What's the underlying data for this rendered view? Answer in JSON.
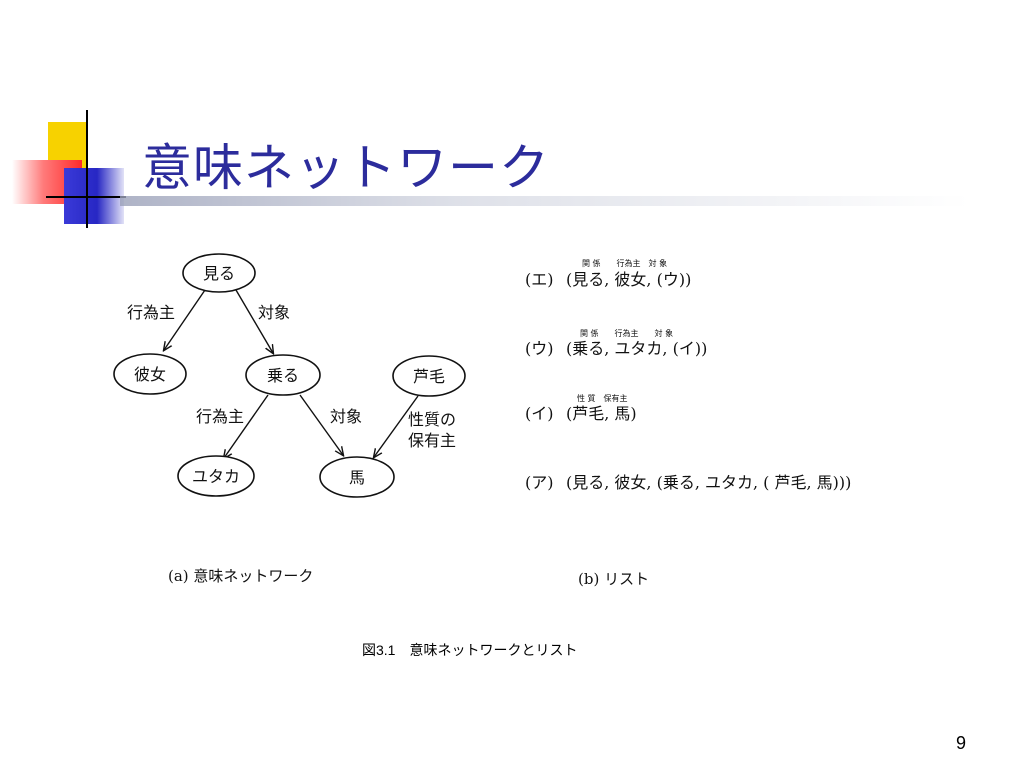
{
  "slide": {
    "title": "意味ネットワーク",
    "page_number": "9",
    "figure_caption": "図3.1　意味ネットワークとリスト"
  },
  "network": {
    "caption": "(a)  意味ネットワーク",
    "nodes": {
      "miru": "見る",
      "kanojo": "彼女",
      "noru": "乗る",
      "ashige": "芦毛",
      "yutaka": "ユタカ",
      "uma": "馬"
    },
    "edge_labels": {
      "agent_1": "行為主",
      "object_1": "対象",
      "agent_2": "行為主",
      "object_2": "対象",
      "possessor_line1": "性質の",
      "possessor_line2": "保有主"
    }
  },
  "list": {
    "caption": "(b)  リスト",
    "items": [
      {
        "label": "(エ)",
        "expr": "(見る, 彼女, (ウ))",
        "annotation": "関 係　　行為主　対 象"
      },
      {
        "label": "(ウ)",
        "expr": "(乗る, ユタカ, (イ))",
        "annotation": "関 係　　行為主　　対 象"
      },
      {
        "label": "(イ)",
        "expr": "(芦毛, 馬)",
        "annotation": "性 質　保有主"
      },
      {
        "label": "(ア)",
        "expr": "(見る, 彼女, (乗る, ユタカ, ( 芦毛, 馬)))",
        "annotation": ""
      }
    ]
  }
}
